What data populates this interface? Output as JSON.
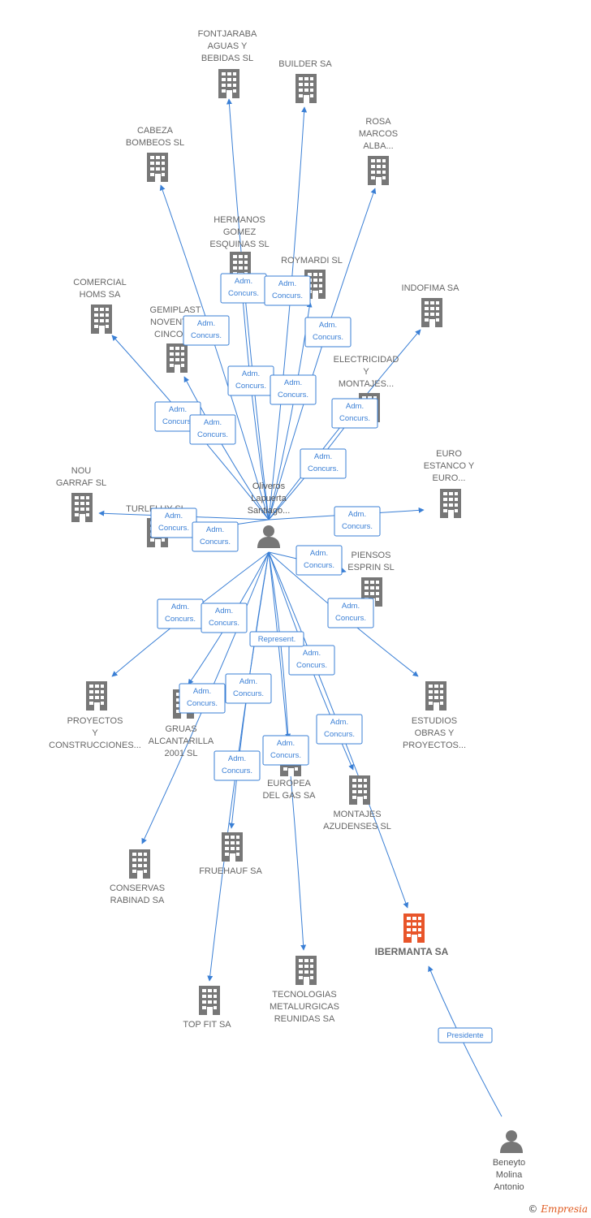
{
  "colors": {
    "edge": "#3a7fd5",
    "company": "#777777",
    "highlight": "#e8552a",
    "person": "#777777"
  },
  "people": {
    "oliveros": {
      "lines": [
        "Oliveros",
        "Lapuerta",
        "Santiago..."
      ]
    },
    "beneyto": {
      "lines": [
        "Beneyto",
        "Molina",
        "Antonio"
      ]
    }
  },
  "companies": [
    {
      "id": "fontjaraba",
      "lines": [
        "FONTJARABA",
        "AGUAS Y",
        "BEBIDAS SL"
      ]
    },
    {
      "id": "builder",
      "lines": [
        "BUILDER SA"
      ]
    },
    {
      "id": "rosa",
      "lines": [
        "ROSA",
        "MARCOS",
        "ALBA..."
      ]
    },
    {
      "id": "cabeza",
      "lines": [
        "CABEZA",
        "BOMBEOS SL"
      ]
    },
    {
      "id": "hermanos",
      "lines": [
        "HERMANOS",
        "GOMEZ",
        "ESQUINAS SL"
      ]
    },
    {
      "id": "roymardi",
      "lines": [
        "ROYMARDI SL"
      ]
    },
    {
      "id": "indofima",
      "lines": [
        "INDOFIMA SA"
      ]
    },
    {
      "id": "comercial",
      "lines": [
        "COMERCIAL",
        "HOMS SA"
      ]
    },
    {
      "id": "gemiplast",
      "lines": [
        "GEMIPLAST",
        "NOVENTA Y",
        "CINCO SL"
      ]
    },
    {
      "id": "electricidad",
      "lines": [
        "ELECTRICIDAD",
        "Y",
        "MONTAJES..."
      ]
    },
    {
      "id": "euro",
      "lines": [
        "EURO",
        "ESTANCO Y",
        "EURO..."
      ]
    },
    {
      "id": "nou",
      "lines": [
        "NOU",
        "GARRAF SL"
      ]
    },
    {
      "id": "turleluy",
      "lines": [
        "TURLELUY SL"
      ]
    },
    {
      "id": "piensos",
      "lines": [
        "PIENSOS",
        "ESPRIN SL"
      ]
    },
    {
      "id": "proyectos",
      "lines": [
        "PROYECTOS",
        "Y",
        "CONSTRUCCIONES..."
      ]
    },
    {
      "id": "gruas",
      "lines": [
        "GRUAS",
        "ALCANTARILLA",
        "2001 SL"
      ]
    },
    {
      "id": "estudios",
      "lines": [
        "ESTUDIOS",
        "OBRAS Y",
        "PROYECTOS..."
      ]
    },
    {
      "id": "europea",
      "lines": [
        "EUROPEA",
        "DEL GAS SA"
      ]
    },
    {
      "id": "montajes",
      "lines": [
        "MONTAJES",
        "AZUDENSES SL"
      ]
    },
    {
      "id": "conservas",
      "lines": [
        "CONSERVAS",
        "RABINAD SA"
      ]
    },
    {
      "id": "fruehauf",
      "lines": [
        "FRUEHAUF SA"
      ]
    },
    {
      "id": "ibermanta",
      "lines": [
        "IBERMANTA SA"
      ],
      "highlight": true
    },
    {
      "id": "topfit",
      "lines": [
        "TOP FIT SA"
      ]
    },
    {
      "id": "tecnologias",
      "lines": [
        "TECNOLOGIAS",
        "METALURGICAS",
        "REUNIDAS SA"
      ]
    }
  ],
  "edges": [
    {
      "from": "oliveros",
      "to": "fontjaraba",
      "label": [
        "Adm.",
        "Concurs."
      ]
    },
    {
      "from": "oliveros",
      "to": "builder",
      "label": [
        "Adm.",
        "Concurs."
      ]
    },
    {
      "from": "oliveros",
      "to": "rosa",
      "label": [
        "Adm.",
        "Concurs."
      ]
    },
    {
      "from": "oliveros",
      "to": "cabeza",
      "label": [
        "Adm.",
        "Concurs."
      ]
    },
    {
      "from": "oliveros",
      "to": "hermanos",
      "label": [
        "Adm.",
        "Concurs."
      ]
    },
    {
      "from": "oliveros",
      "to": "roymardi",
      "label": [
        "Adm.",
        "Concurs."
      ]
    },
    {
      "from": "oliveros",
      "to": "indofima",
      "label": [
        "Adm.",
        "Concurs."
      ]
    },
    {
      "from": "oliveros",
      "to": "comercial",
      "label": [
        "Adm.",
        "Concurs."
      ]
    },
    {
      "from": "oliveros",
      "to": "gemiplast",
      "label": [
        "Adm.",
        "Concurs."
      ]
    },
    {
      "from": "oliveros",
      "to": "electricidad",
      "label": [
        "Adm.",
        "Concurs."
      ]
    },
    {
      "from": "oliveros",
      "to": "euro",
      "label": [
        "Adm.",
        "Concurs."
      ]
    },
    {
      "from": "oliveros",
      "to": "nou",
      "label": [
        "Adm.",
        "Concurs."
      ]
    },
    {
      "from": "oliveros",
      "to": "turleluy",
      "label": [
        "Adm.",
        "Concurs."
      ]
    },
    {
      "from": "oliveros",
      "to": "piensos",
      "label": [
        "Adm.",
        "Concurs."
      ]
    },
    {
      "from": "oliveros",
      "to": "proyectos",
      "label": [
        "Adm.",
        "Concurs."
      ]
    },
    {
      "from": "oliveros",
      "to": "gruas",
      "label": [
        "Adm.",
        "Concurs."
      ]
    },
    {
      "from": "oliveros",
      "to": "estudios",
      "label": [
        "Adm.",
        "Concurs."
      ]
    },
    {
      "from": "oliveros",
      "to": "europea",
      "label": [
        "Adm.",
        "Concurs."
      ]
    },
    {
      "from": "oliveros",
      "to": "montajes",
      "label": [
        "Adm.",
        "Concurs."
      ]
    },
    {
      "from": "oliveros",
      "to": "conservas",
      "label": [
        "Adm.",
        "Concurs."
      ]
    },
    {
      "from": "oliveros",
      "to": "fruehauf",
      "label": [
        "Adm.",
        "Concurs."
      ]
    },
    {
      "from": "oliveros",
      "to": "ibermanta",
      "label": [
        "Represent."
      ]
    },
    {
      "from": "oliveros",
      "to": "topfit",
      "label": [
        "Adm.",
        "Concurs."
      ]
    },
    {
      "from": "oliveros",
      "to": "tecnologias",
      "label": [
        "Adm.",
        "Concurs."
      ]
    },
    {
      "from": "beneyto",
      "to": "ibermanta",
      "label": [
        "Presidente"
      ]
    }
  ],
  "footer": {
    "copyright_symbol": "©",
    "brand": "Empresia"
  }
}
